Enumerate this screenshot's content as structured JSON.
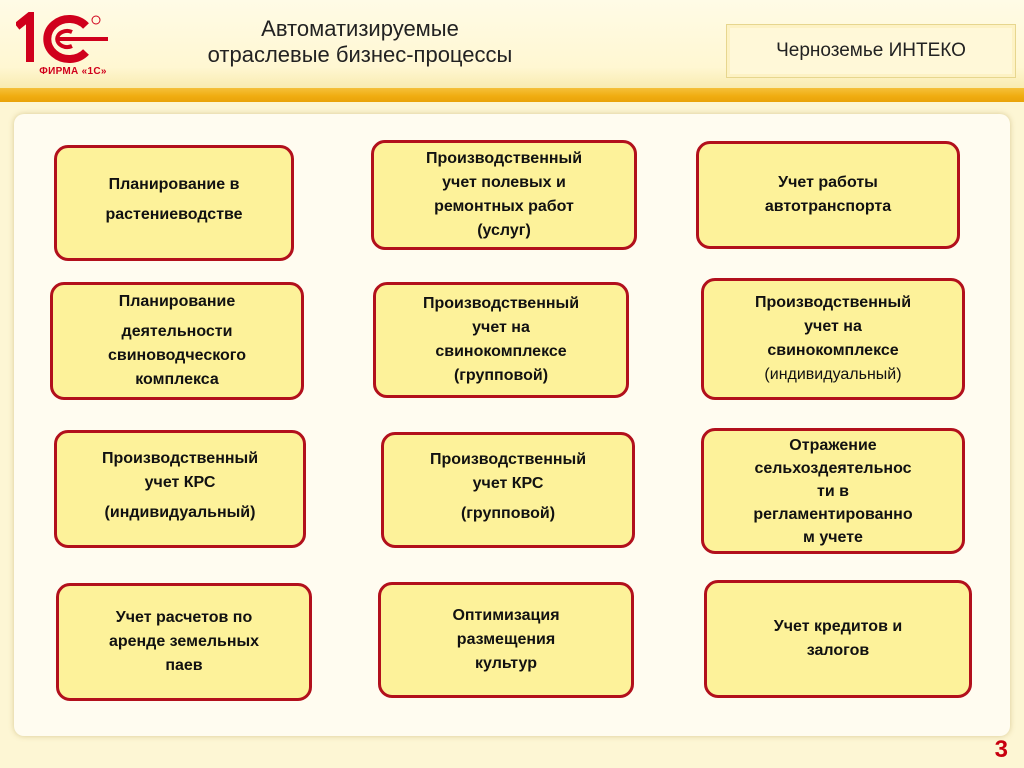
{
  "header": {
    "logo_text": "ФИРМА «1С»",
    "title_line1": "Автоматизируемые",
    "title_line2": "отраслевые бизнес-процессы",
    "company": "Черноземье ИНТЕКО"
  },
  "boxes": {
    "r1c1": [
      "Планирование в",
      "растениеводстве"
    ],
    "r1c2": [
      "Производственный",
      "учет  полевых и",
      "ремонтных работ",
      "(услуг)"
    ],
    "r1c3": [
      "Учет работы",
      "автотранспорта"
    ],
    "r2c1": [
      "Планирование",
      "деятельности",
      "свиноводческого",
      "комплекса"
    ],
    "r2c2": [
      "Производственный",
      "учет на",
      "свинокомплексе",
      "(групповой)"
    ],
    "r2c3": [
      "Производственный",
      "учет на",
      "свинокомплексе",
      "(индивидуальный)"
    ],
    "r3c1": [
      "Производственный",
      "учет  КРС",
      "(индивидуальный)"
    ],
    "r3c2": [
      "Производственный",
      "учет  КРС",
      "(групповой)"
    ],
    "r3c3": [
      "Отражение",
      "сельхоздеятельнос",
      "ти в",
      "регламентированно",
      "м учете"
    ],
    "r4c1": [
      "Учет расчетов по",
      "аренде земельных",
      "паев"
    ],
    "r4c2": [
      "Оптимизация",
      "размещения",
      "культур"
    ],
    "r4c3": [
      "Учет кредитов и",
      "залогов"
    ]
  },
  "page_number": "3",
  "colors": {
    "box_fill": "#fdf29a",
    "box_border": "#b2101c",
    "accent": "#f0ac10",
    "brand_red": "#d0001c"
  }
}
